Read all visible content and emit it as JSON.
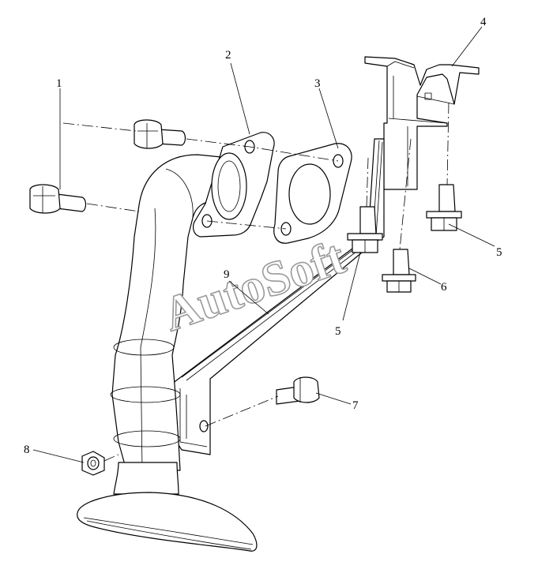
{
  "callouts": [
    {
      "id": "c1",
      "label": "1"
    },
    {
      "id": "c2",
      "label": "2"
    },
    {
      "id": "c3",
      "label": "3"
    },
    {
      "id": "c4",
      "label": "4"
    },
    {
      "id": "c5a",
      "label": "5"
    },
    {
      "id": "c5b",
      "label": "5"
    },
    {
      "id": "c6",
      "label": "6"
    },
    {
      "id": "c7",
      "label": "7"
    },
    {
      "id": "c8",
      "label": "8"
    },
    {
      "id": "c9",
      "label": "9"
    }
  ],
  "watermark": "AutoSoft"
}
